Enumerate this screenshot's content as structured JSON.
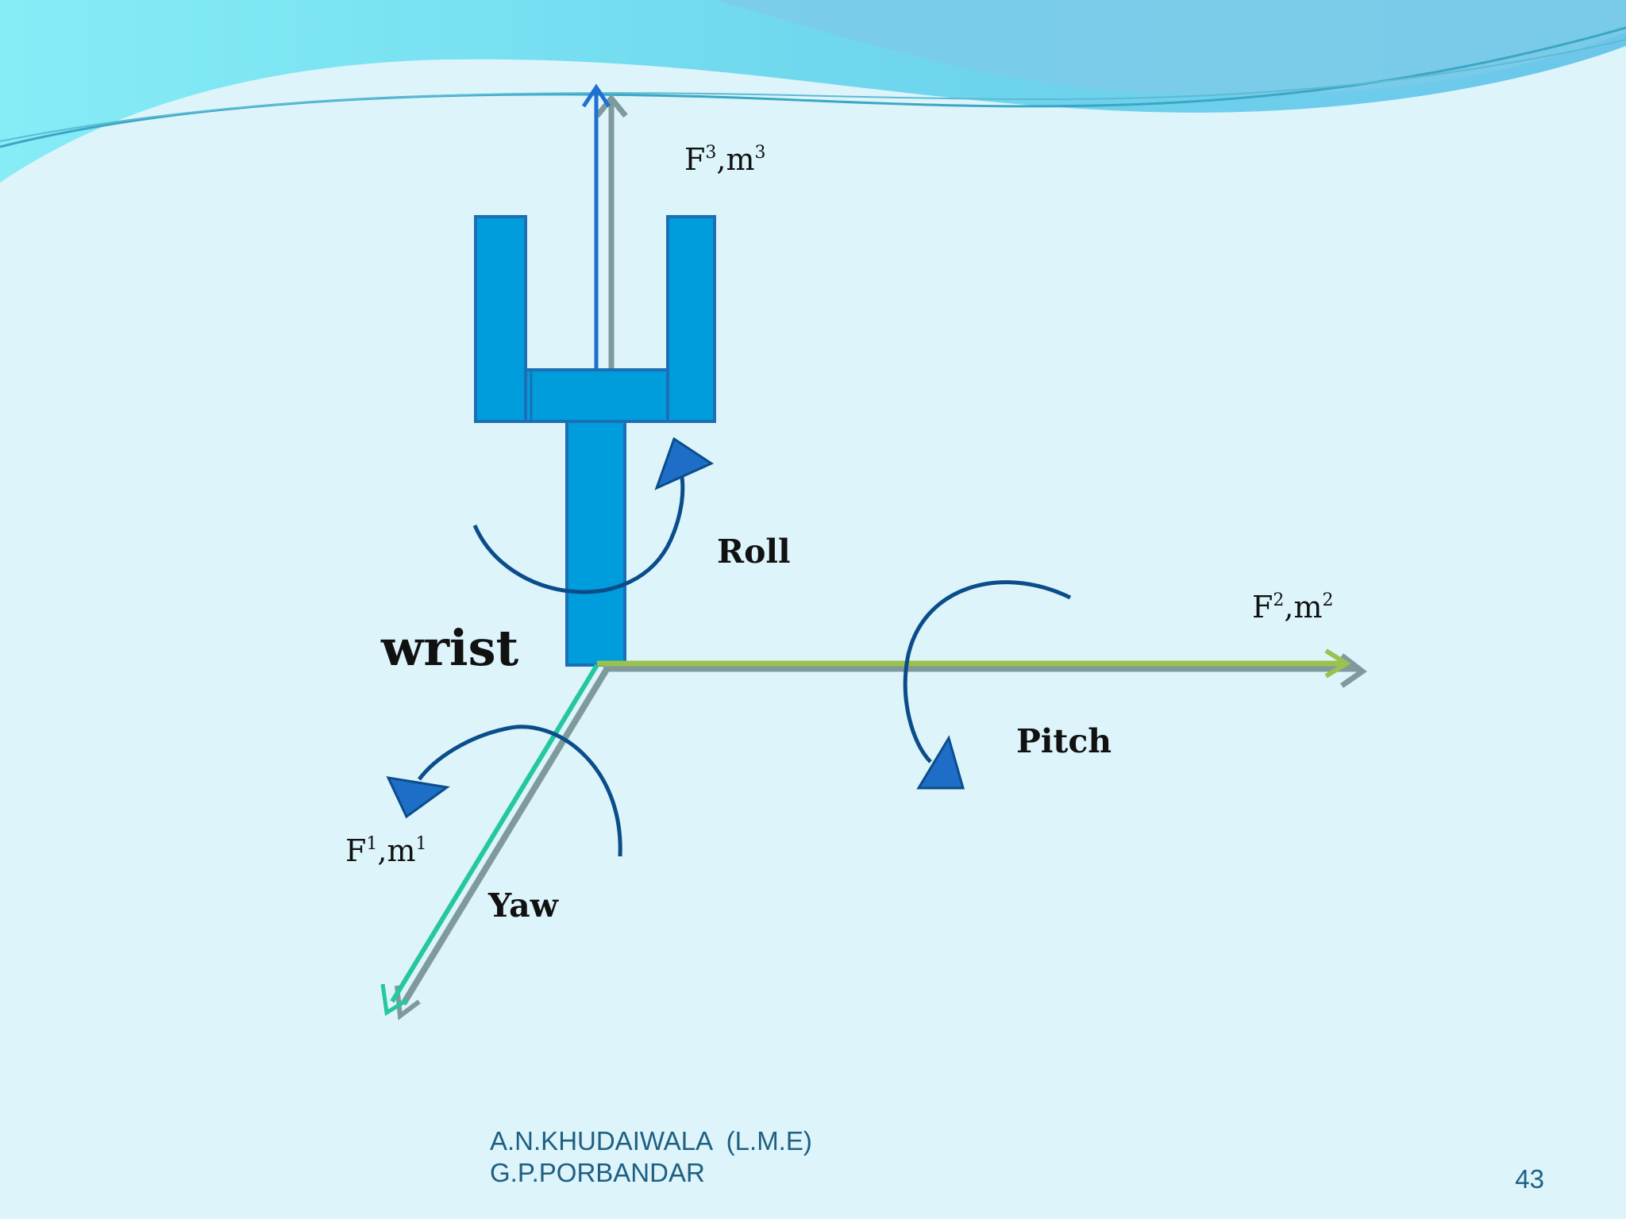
{
  "diagram": {
    "axes": {
      "vertical": {
        "force": "F",
        "moment": "m",
        "index": "3"
      },
      "horizontal": {
        "force": "F",
        "moment": "m",
        "index": "2"
      },
      "diagonal": {
        "force": "F",
        "moment": "m",
        "index": "1"
      }
    },
    "rotations": {
      "roll": "Roll",
      "pitch": "Pitch",
      "yaw": "Yaw"
    },
    "wrist_label": "wrist",
    "colors": {
      "gripper": "#009ddc",
      "gripper_outline": "#1c6fb5",
      "rotation_arrow": "#0b4d8a",
      "vertical_axis": "#1f6fd1",
      "horizontal_axis": "#9bc14f",
      "diagonal_axis": "#25c7a0",
      "axis_shadow": "#7f9a9c"
    }
  },
  "footer": {
    "author": "A.N.KHUDAIWALA  (L.M.E)",
    "college": "G.P.PORBANDAR",
    "page_number": "43"
  }
}
